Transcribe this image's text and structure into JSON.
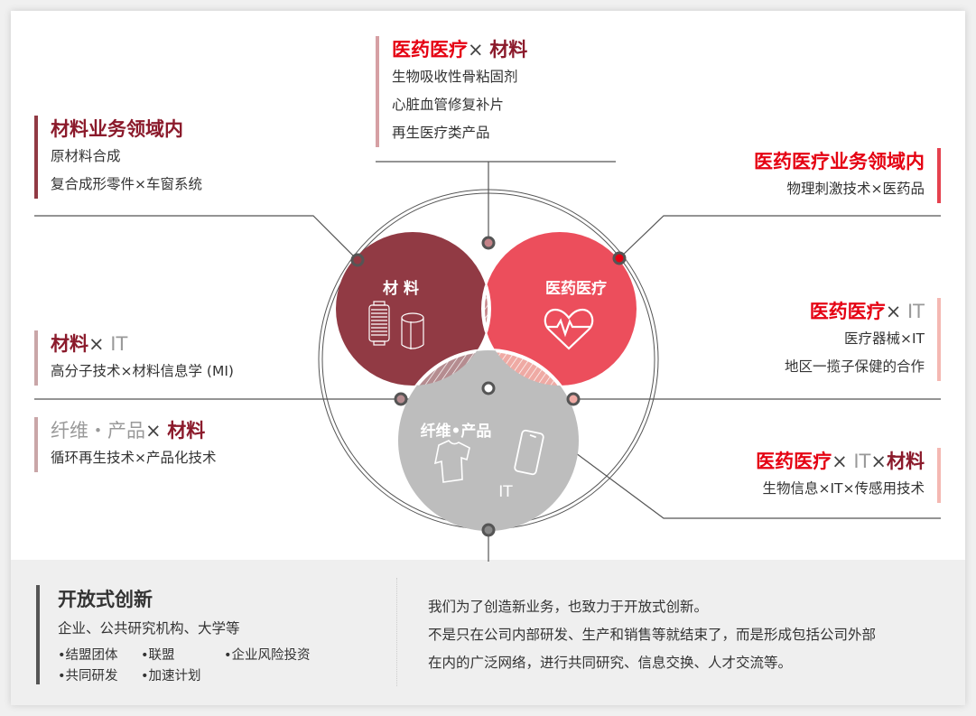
{
  "colors": {
    "materials": "#913a44",
    "medical": "#ec4e5c",
    "fiber_it": "#bdbdbd",
    "title_materials": "#8b1a2b",
    "title_medical": "#e50012",
    "bg_bottom": "#efefef"
  },
  "venn": {
    "circle_materials": {
      "label": "材 料",
      "icons": [
        "thread-spool-icon",
        "fabric-roll-icon"
      ]
    },
    "circle_medical": {
      "label": "医药医疗",
      "icons": [
        "heartbeat-icon"
      ]
    },
    "circle_fiber_it": {
      "label": "纤维·产品",
      "sublabel": "IT",
      "icons": [
        "tshirt-icon",
        "smartphone-icon"
      ]
    }
  },
  "blocks": {
    "med_x_mat": {
      "title_a": "医药医疗",
      "title_x": "× ",
      "title_b": "材料",
      "lines": [
        "生物吸收性骨粘固剂",
        "心脏血管修复补片",
        "再生医疗类产品"
      ]
    },
    "mat_domain": {
      "title": "材料业务领域内",
      "lines": [
        "原材料合成",
        "复合成形零件×车窗系统"
      ]
    },
    "med_domain": {
      "title": "医药医疗业务领域内",
      "lines": [
        "物理刺激技术×医药品"
      ]
    },
    "mat_x_it": {
      "title_a": "材料",
      "title_x": "× ",
      "title_b": "IT",
      "lines": [
        "高分子技术×材料信息学 (MI)"
      ]
    },
    "med_x_it": {
      "title_a": "医药医疗",
      "title_x": "× ",
      "title_b": "IT",
      "lines": [
        "医疗器械×IT",
        "地区一揽子保健的合作"
      ]
    },
    "fiber_x_mat": {
      "title_a": "纤维・产品",
      "title_x": "× ",
      "title_b": "材料",
      "lines": [
        "循环再生技术×产品化技术"
      ]
    },
    "med_it_mat": {
      "title_a": "医药医疗",
      "title_x1": "× ",
      "title_b": "IT",
      "title_x2": "×",
      "title_c": "材料",
      "lines": [
        "生物信息×IT×传感用技术"
      ]
    }
  },
  "open_innovation": {
    "title": "开放式创新",
    "subtitle": "企业、公共研究机构、大学等",
    "items": [
      "•结盟团体",
      "•联盟",
      "•企业风险投资",
      "•共同研发",
      "•加速计划"
    ]
  },
  "description": {
    "lines": [
      "我们为了创造新业务，也致力于开放式创新。",
      "不是只在公司内部研发、生产和销售等就结束了，而是形成包括公司外部",
      "在内的广泛网络，进行共同研究、信息交换、人才交流等。"
    ]
  }
}
